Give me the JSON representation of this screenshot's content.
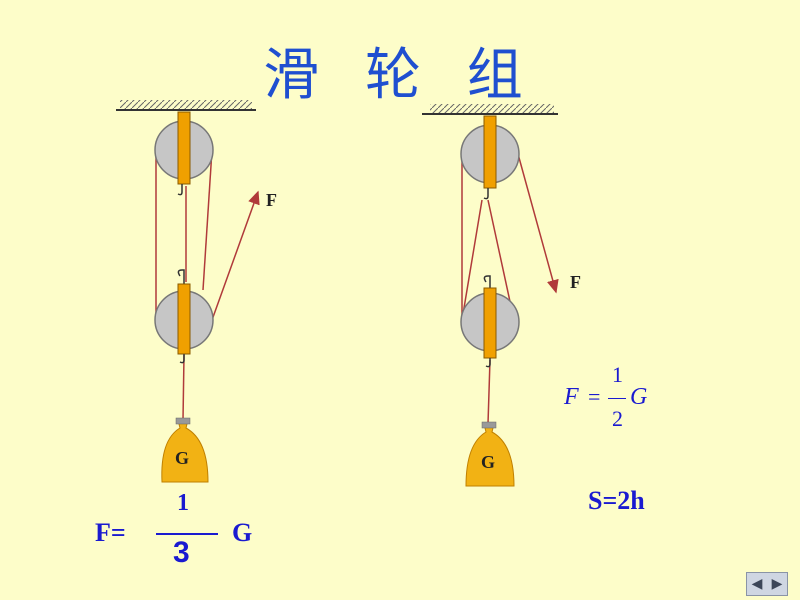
{
  "title": "滑 轮 组",
  "left": {
    "force_label": "F",
    "weight_label": "G",
    "formula_prefix": "F=",
    "formula_num": "1",
    "formula_den": "3",
    "formula_suffix": "G"
  },
  "right": {
    "force_label": "F",
    "weight_label": "G",
    "formula_F": "F",
    "formula_eq": "=",
    "formula_num": "1",
    "formula_den": "2",
    "formula_suffix": "G",
    "distance": "S=2h"
  },
  "nav": {
    "prev_icon": "◀",
    "next_icon": "▶"
  },
  "colors": {
    "title": "#1f4fd0",
    "formula": "#1a1ad0",
    "rope": "#b03a3a",
    "pulley": "#c8c8c8",
    "bracket": "#f0a000",
    "bag": "#f2b214"
  }
}
